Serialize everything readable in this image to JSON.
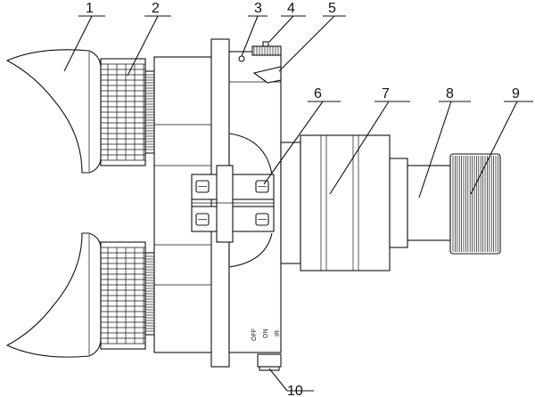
{
  "callouts": [
    {
      "id": "1",
      "label": "1"
    },
    {
      "id": "2",
      "label": "2"
    },
    {
      "id": "3",
      "label": "3"
    },
    {
      "id": "4",
      "label": "4"
    },
    {
      "id": "5",
      "label": "5"
    },
    {
      "id": "6",
      "label": "6"
    },
    {
      "id": "7",
      "label": "7"
    },
    {
      "id": "8",
      "label": "8"
    },
    {
      "id": "9",
      "label": "9"
    },
    {
      "id": "10",
      "label": "10"
    }
  ],
  "switch_labels": {
    "off": "OFF",
    "on": "ON",
    "ir": "IR"
  },
  "colors": {
    "line": "#111111",
    "background": "#ffffff"
  }
}
